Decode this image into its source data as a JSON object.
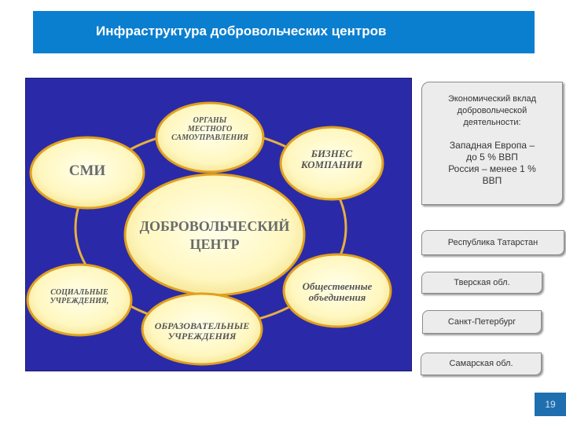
{
  "header": {
    "title": "Инфраструктура добровольческих центров"
  },
  "diagram": {
    "center": {
      "line1": "ДОБРОВОЛЬЧЕСКИЙ",
      "line2": "ЦЕНТР"
    },
    "nodes": {
      "gov": {
        "line1": "ОРГАНЫ",
        "line2": "МЕСТНОГО",
        "line3": "САМОУПРАВЛЕНИЯ"
      },
      "media": {
        "line1": "СМИ"
      },
      "business": {
        "line1": "БИЗНЕС",
        "line2": "КОМПАНИИ"
      },
      "public": {
        "line1": "Общественные",
        "line2": "объединения"
      },
      "education": {
        "line1": "ОБРАЗОВАТЕЛЬНЫЕ",
        "line2": "УЧРЕЖДЕНИЯ"
      },
      "social": {
        "line1": "СОЦИАЛЬНЫЕ",
        "line2": "УЧРЕЖДЕНИЯ,"
      }
    },
    "colors": {
      "background": "#2a2aa8",
      "ellipse_fill": "#fffbd0",
      "ellipse_stroke": "#e0a020",
      "ring": "#e6b040"
    }
  },
  "sidebar": {
    "contribution": {
      "heading1": "Экономический вклад",
      "heading2": "добровольческой",
      "heading3": "деятельности:",
      "line1": "Западная Европа –",
      "line2": "до 5 % ВВП",
      "line3": "Россия – менее 1 %",
      "line4": "ВВП"
    },
    "regions": [
      "Республика Татарстан",
      "Тверская обл.",
      "Санкт-Петербург",
      "Самарская обл."
    ]
  },
  "page_number": "19"
}
